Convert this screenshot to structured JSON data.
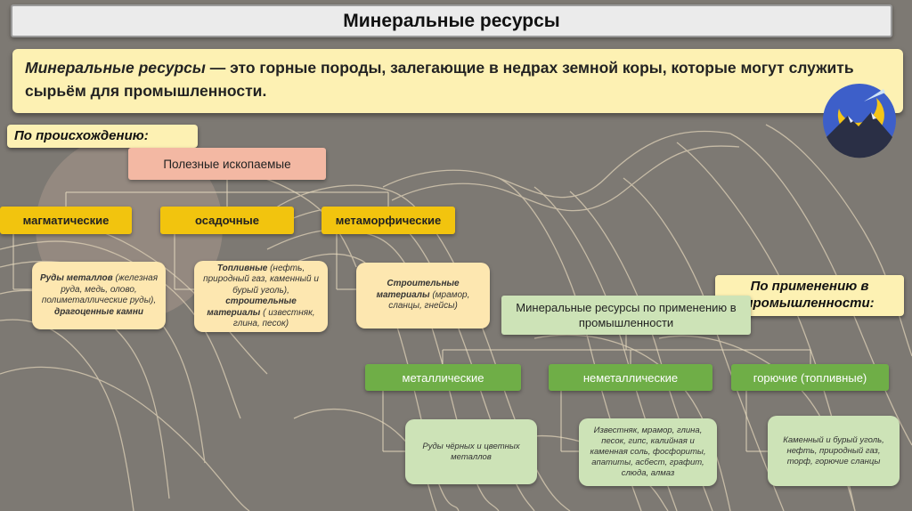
{
  "title": "Минеральные ресурсы",
  "definition": {
    "term": "Минеральные ресурсы",
    "text": " — это горные породы, залегающие в недрах земной коры, которые могут служить сырьём для промышленности."
  },
  "origin_tag": "По происхождению:",
  "use_tag": "По применению в промышленности:",
  "origin_tree": {
    "root": "Полезные ископаемые",
    "types": [
      {
        "label": "магматические",
        "desc_bold": "Руды металлов",
        "desc": " (железная руда, медь, олово, полиметаллические руды),",
        "desc2": "драгоценные камни"
      },
      {
        "label": "осадочные",
        "desc_bold": "Топливные",
        "desc": " (нефть, природный газ, каменный и бурый уголь),",
        "desc2": "строительные материалы",
        "desc3": " ( известняк, глина, песок)"
      },
      {
        "label": "метаморфические",
        "desc_bold": "Строительные материалы",
        "desc": " (мрамор, сланцы, гнейсы)"
      }
    ]
  },
  "use_tree": {
    "root": "Минеральные ресурсы по применению в промышленности",
    "types": [
      {
        "label": "металлические",
        "desc": "Руды чёрных и цветных металлов"
      },
      {
        "label": "неметаллические",
        "desc": "Известняк, мрамор, глина, песок, гипс, калийная и каменная соль, фосфориты, апатиты, асбест, графит, слюда, алмаз"
      },
      {
        "label": "горючие (топливные)",
        "desc": "Каменный и бурый уголь, нефть, природный газ, торф, горючие сланцы"
      }
    ]
  },
  "colors": {
    "background": "#7d7973",
    "contour_lines": "#d9ccb3",
    "root_origin": "#f3b8a3",
    "origin_type": "#f2c40e",
    "origin_card": "#fde7b0",
    "use_type": "#6fae47",
    "use_card": "#cde3b7",
    "definition_bg": "#fdf1b3"
  },
  "icons": {
    "logo": "mountain-moon-logo-icon"
  }
}
